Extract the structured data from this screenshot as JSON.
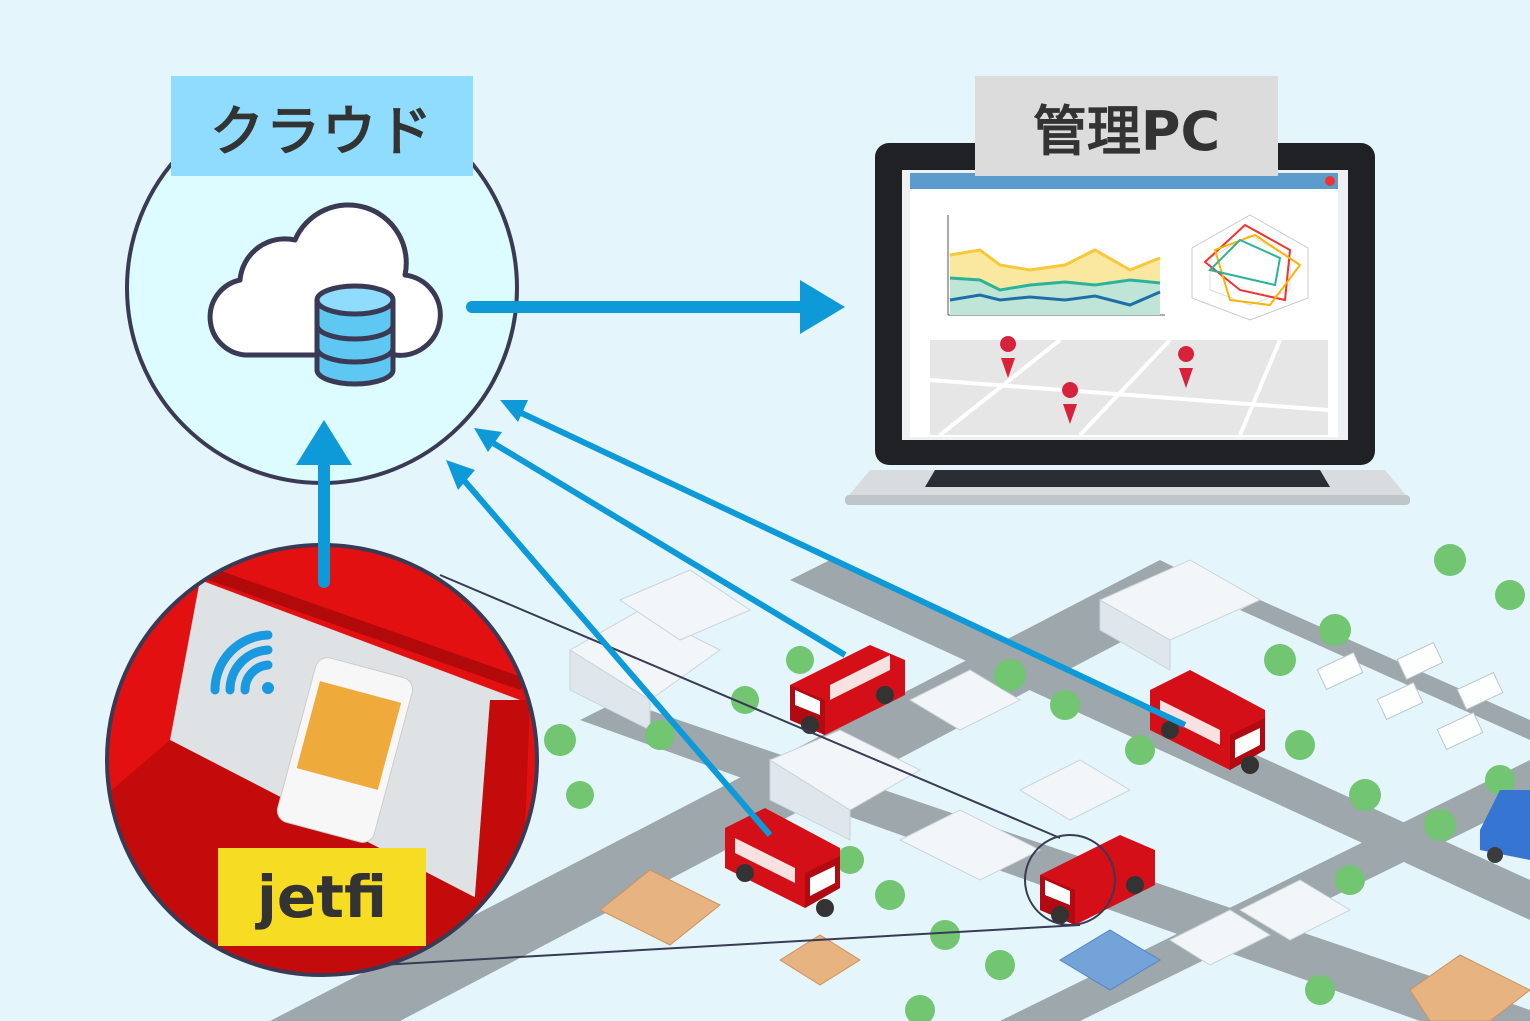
{
  "labels": {
    "cloud": "クラウド",
    "pc": "管理PC",
    "device": "jetfi"
  },
  "colors": {
    "background": "#e4f6fc",
    "cloud_label_bg": "#8fdcff",
    "pc_label_bg": "#dcdcdc",
    "device_label_bg": "#f7dc24",
    "arrow": "#0e9ad8",
    "van": "#e0101a"
  }
}
